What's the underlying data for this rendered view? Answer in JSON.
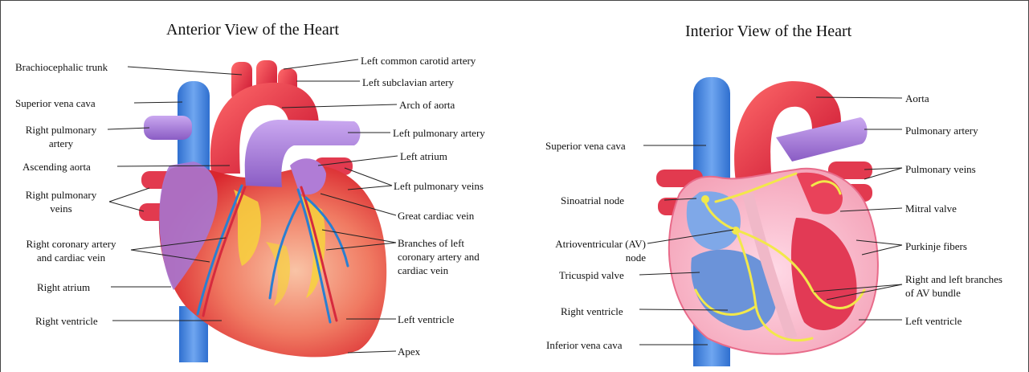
{
  "left_panel": {
    "title": "Anterior View of the Heart",
    "labels": {
      "brachiocephalic_trunk": "Brachiocephalic trunk",
      "superior_vena_cava": "Superior vena cava",
      "right_pulmonary_artery_1": "Right pulmonary",
      "right_pulmonary_artery_2": "artery",
      "ascending_aorta": "Ascending aorta",
      "right_pulmonary_veins_1": "Right pulmonary",
      "right_pulmonary_veins_2": "veins",
      "right_coronary_artery_1": "Right coronary artery",
      "right_coronary_artery_2": "and cardiac vein",
      "right_atrium": "Right atrium",
      "right_ventricle": "Right ventricle",
      "left_common_carotid": "Left common carotid artery",
      "left_subclavian": "Left subclavian artery",
      "arch_of_aorta": "Arch of aorta",
      "left_pulmonary_artery": "Left pulmonary artery",
      "left_atrium": "Left atrium",
      "left_pulmonary_veins": "Left pulmonary veins",
      "great_cardiac_vein": "Great cardiac vein",
      "branches_left_1": "Branches of left",
      "branches_left_2": "coronary artery and",
      "branches_left_3": "cardiac vein",
      "left_ventricle": "Left ventricle",
      "apex": "Apex"
    }
  },
  "right_panel": {
    "title": "Interior View of the Heart",
    "labels": {
      "superior_vena_cava": "Superior vena cava",
      "sinoatrial_node": "Sinoatrial node",
      "av_node_1": "Atrioventricular (AV)",
      "av_node_2": "node",
      "tricuspid_valve": "Tricuspid valve",
      "right_ventricle": "Right ventricle",
      "inferior_vena_cava": "Inferior vena cava",
      "aorta": "Aorta",
      "pulmonary_artery": "Pulmonary artery",
      "pulmonary_veins": "Pulmonary veins",
      "mitral_valve": "Mitral valve",
      "purkinje_fibers": "Purkinje fibers",
      "branches_av_1": "Right and left branches",
      "branches_av_2": "of AV bundle",
      "left_ventricle": "Left ventricle"
    }
  },
  "colors": {
    "vein_blue": "#3f7fd8",
    "artery_red": "#e0243a",
    "pulmonary_purple": "#a97ad6",
    "muscle_pink": "#f29a86",
    "fat_yellow": "#f7d23c",
    "conduction_yellow": "#f2e84a"
  }
}
